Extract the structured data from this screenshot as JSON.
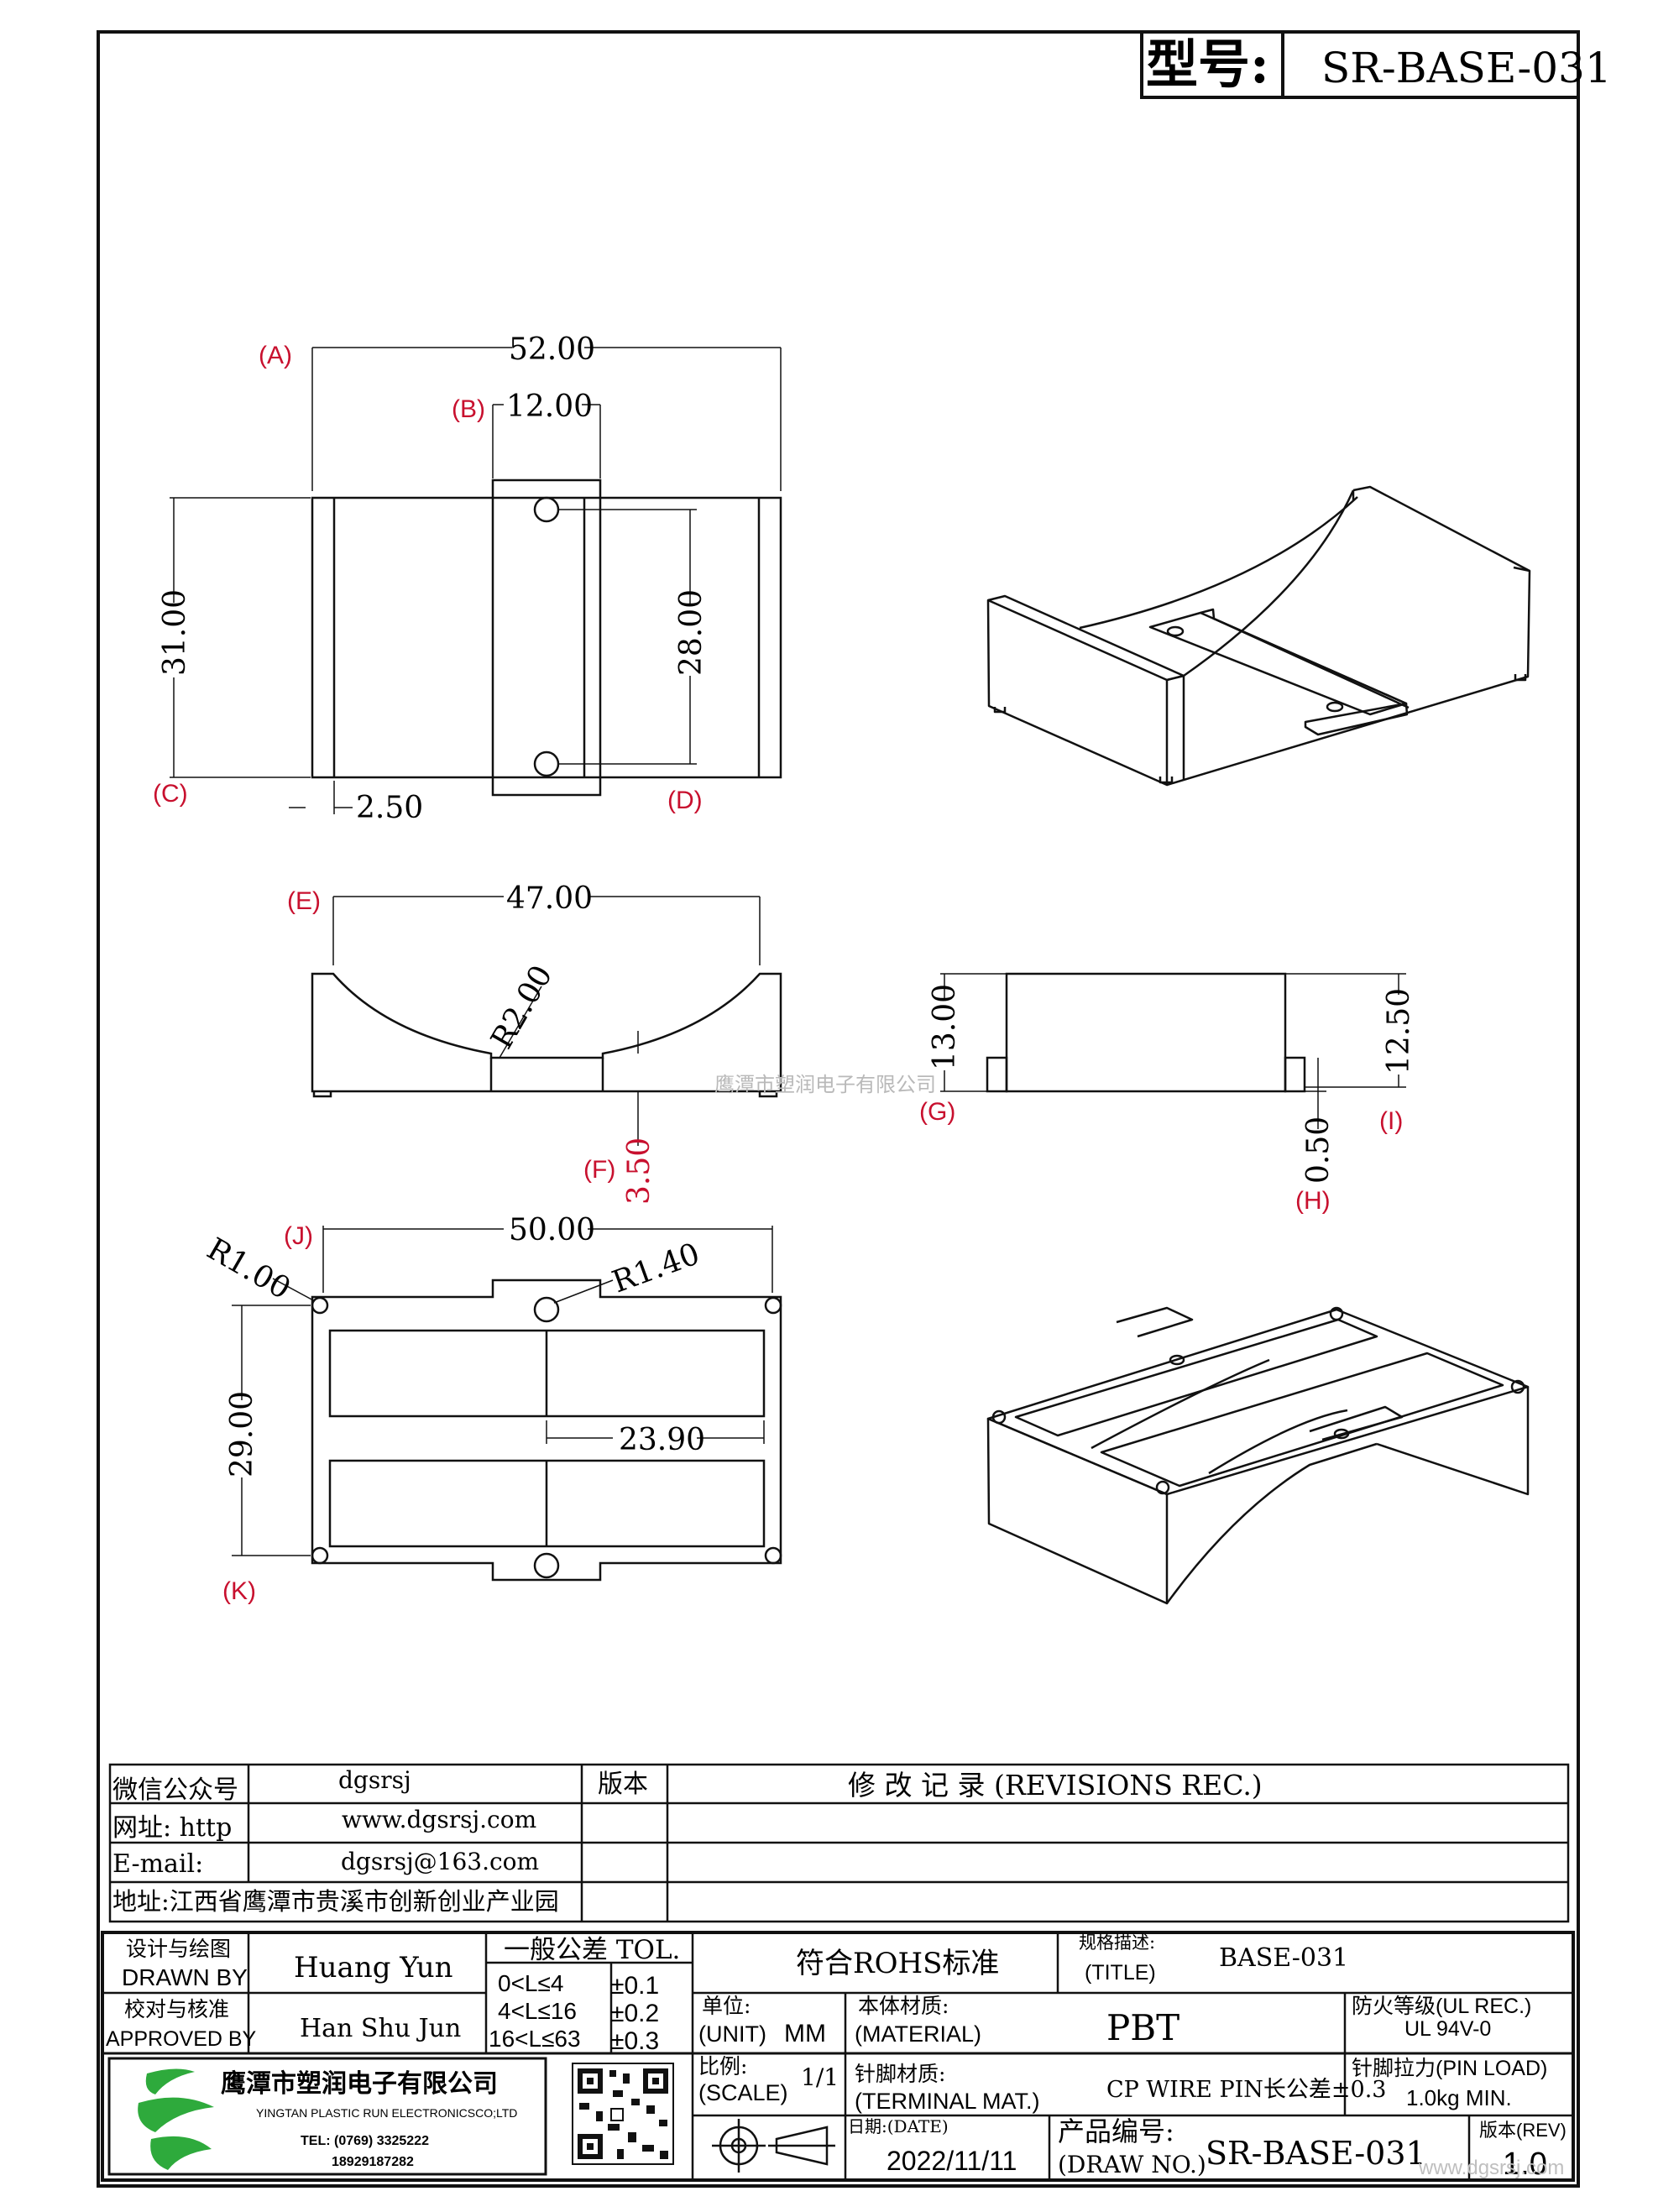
{
  "header": {
    "model_label": "型号:",
    "model_no": "SR-BASE-031"
  },
  "views": {
    "top": {
      "ref_a": "(A)",
      "ref_b": "(B)",
      "ref_c": "(C)",
      "ref_d": "(D)",
      "dim_width": "52.00",
      "dim_tab": "12.00",
      "dim_depth": "31.00",
      "dim_hole_pitch": "28.00",
      "dim_wall": "2.50"
    },
    "front": {
      "ref_e": "(E)",
      "ref_f": "(F)",
      "dim_width": "47.00",
      "dim_radius": "R2.00",
      "dim_low": "3.50"
    },
    "side": {
      "ref_g": "(G)",
      "ref_h": "(H)",
      "ref_i": "(I)",
      "dim_height": "13.00",
      "dim_body": "12.50",
      "dim_foot": "0.50"
    },
    "bottom": {
      "ref_j": "(J)",
      "ref_k": "(K)",
      "dim_width": "50.00",
      "dim_r1": "R1.00",
      "dim_r2": "R1.40",
      "dim_depth": "29.00",
      "dim_slot": "23.90"
    }
  },
  "watermark": "鹰潭市塑润电子有限公司",
  "info": {
    "wechat_label": "微信公众号",
    "wechat_value": "dgsrsj",
    "web_label": "网址: http",
    "web_value": "www.dgsrsj.com",
    "email_label": "E-mail:",
    "email_value": "dgsrsj@163.com",
    "address": "地址:江西省鹰潭市贵溪市创新创业产业园",
    "version_label": "版本",
    "revisions_label": "修 改 记 录  (REVISIONS REC.)"
  },
  "title_block": {
    "designer_cn": "设计与绘图",
    "designer_en": "DRAWN BY",
    "designer_name": "Huang  Yun",
    "checker_cn": "校对与核准",
    "checker_en": "APPROVED BY",
    "checker_name": "Han Shu Jun",
    "tol_title": "一般公差 TOL.",
    "tol_row1_range": "0<L≤4",
    "tol_row1_val": "±0.1",
    "tol_row2_range": "4<L≤16",
    "tol_row2_val": "±0.2",
    "tol_row3_range": "16<L≤63",
    "tol_row3_val": "±0.3",
    "rohs": "符合ROHS标准",
    "title_cn": "规格描述:",
    "title_en": "(TITLE)",
    "title_value": "BASE-031",
    "unit_cn": "单位:",
    "unit_en": "(UNIT)",
    "unit_value": "MM",
    "material_cn": "本体材质:",
    "material_en": "(MATERIAL)",
    "material_value": "PBT",
    "fire_cn": "防火等级(UL REC.)",
    "fire_value": "UL 94V-0",
    "scale_cn": "比例:",
    "scale_en": "(SCALE)",
    "scale_value": "1/1",
    "terminal_cn": "针脚材质:",
    "terminal_en": "(TERMINAL MAT.)",
    "terminal_value": "CP WIRE  PIN长公差±0.3",
    "pinload_cn": "针脚拉力(PIN LOAD)",
    "pinload_value": "1.0kg MIN.",
    "date_label": "日期:(DATE)",
    "date_value": "2022/11/11",
    "drawno_cn": "产品编号:",
    "drawno_en": "(DRAW NO.)",
    "drawno_value": "SR-BASE-031",
    "rev_label": "版本(REV)",
    "rev_value": "1.0",
    "company_cn": "鹰潭市塑润电子有限公司",
    "company_en": "YINGTAN PLASTIC RUN ELECTRONICSCO;LTD",
    "company_tel": "TEL: (0769) 3325222",
    "company_mobile": "18929187282",
    "site_watermark": "www.dgsrsj.com"
  },
  "colors": {
    "line": "#111111",
    "ref_label": "#c8102e",
    "logo_green": "#2eaa3c"
  }
}
